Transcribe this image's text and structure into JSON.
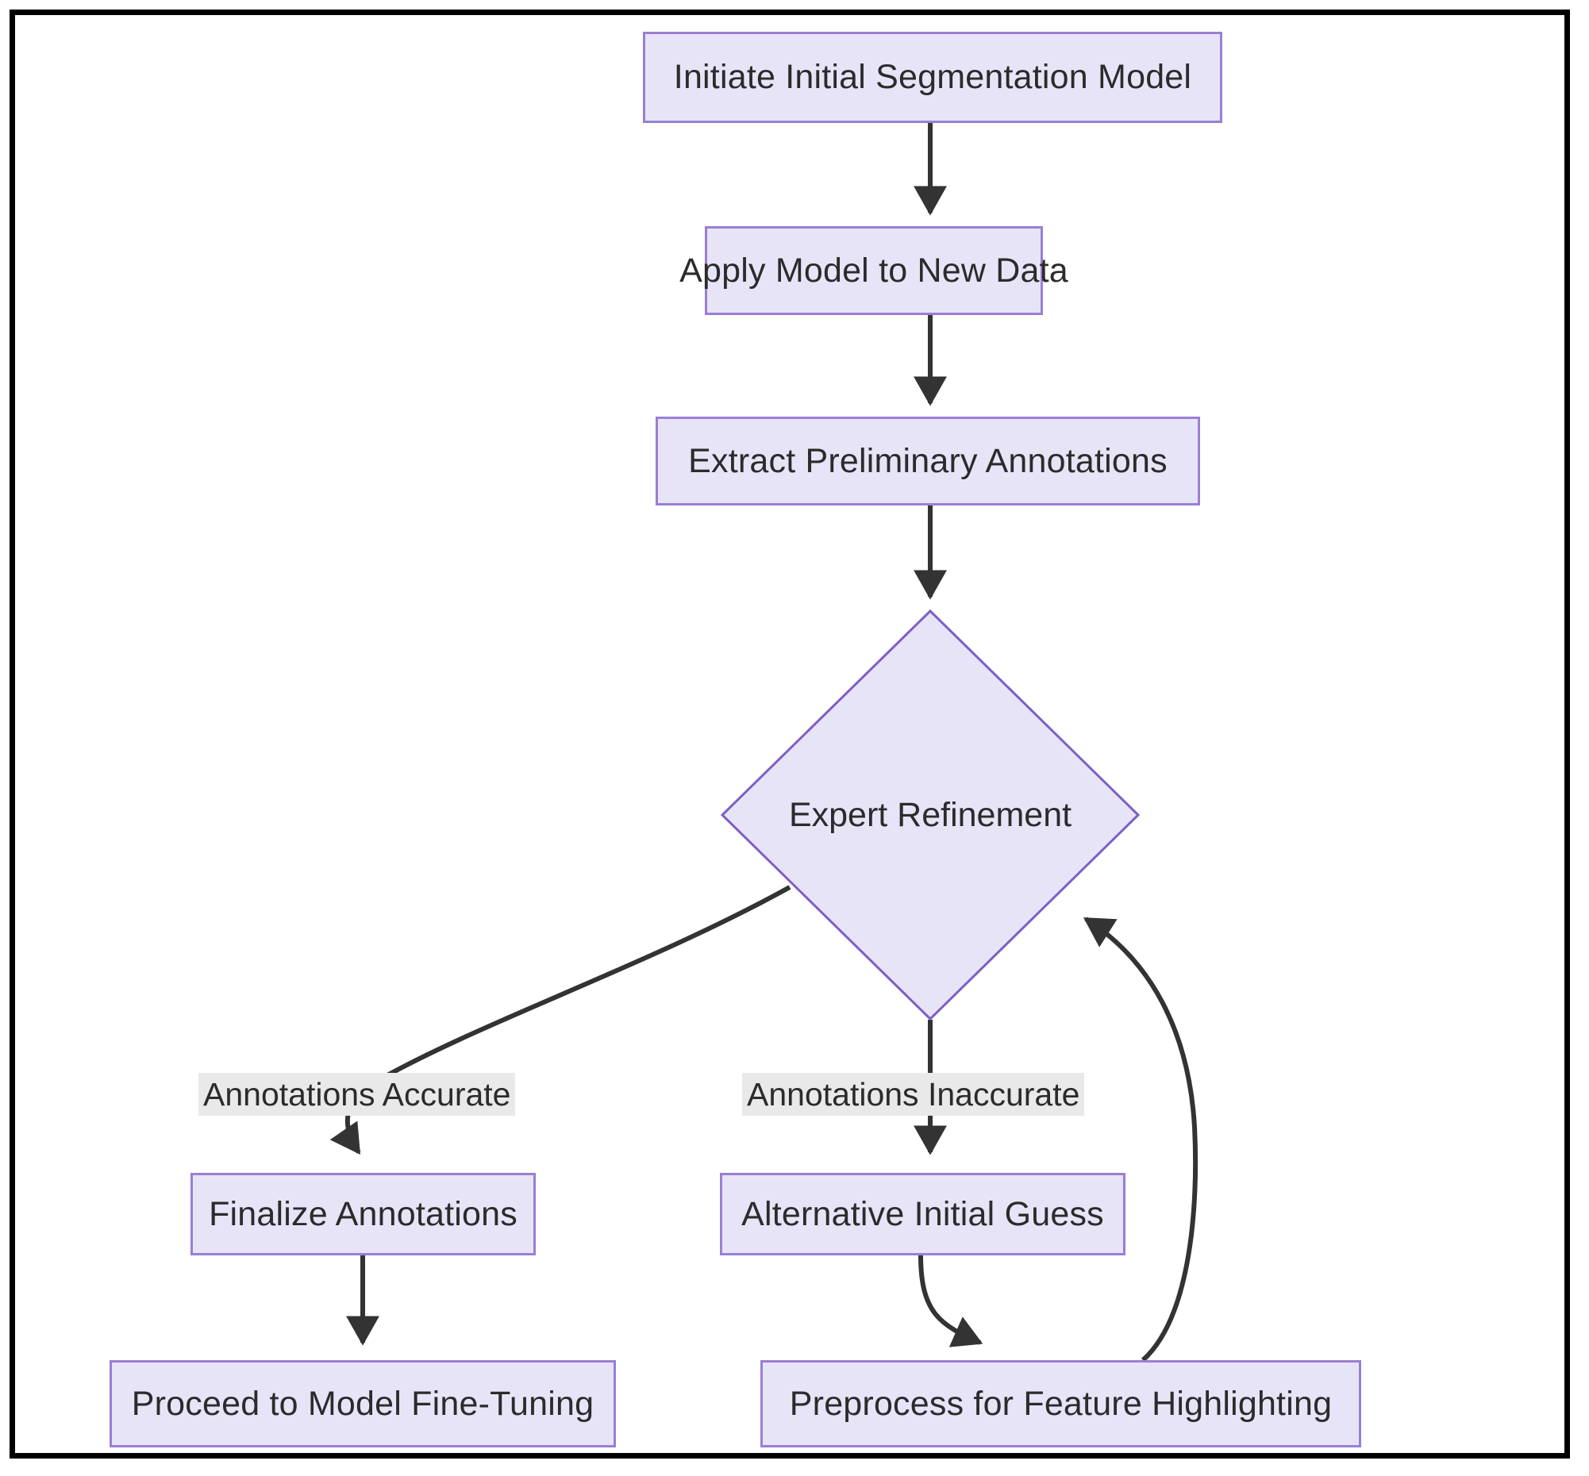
{
  "diagram": {
    "type": "flowchart",
    "direction": "top-down",
    "frame": {
      "border_color": "#000000"
    },
    "theme": {
      "node_fill": "#e8e4f8",
      "node_border": "#9a7fd4",
      "node_text": "#2b2b2b",
      "edge_color": "#333333",
      "edge_label_bg": "#e9e9e9",
      "background": "#ffffff"
    },
    "nodes": [
      {
        "id": "n1",
        "label": "Initiate Initial Segmentation Model",
        "shape": "rect"
      },
      {
        "id": "n2",
        "label": "Apply Model to New Data",
        "shape": "rect"
      },
      {
        "id": "n3",
        "label": "Extract Preliminary Annotations",
        "shape": "rect"
      },
      {
        "id": "n4",
        "label": "Expert Refinement",
        "shape": "diamond"
      },
      {
        "id": "n5",
        "label": "Finalize Annotations",
        "shape": "rect"
      },
      {
        "id": "n6",
        "label": "Alternative Initial Guess",
        "shape": "rect"
      },
      {
        "id": "n7",
        "label": "Proceed to Model Fine-Tuning",
        "shape": "rect"
      },
      {
        "id": "n8",
        "label": "Preprocess for Feature Highlighting",
        "shape": "rect"
      }
    ],
    "edges": [
      {
        "from": "n1",
        "to": "n2",
        "label": ""
      },
      {
        "from": "n2",
        "to": "n3",
        "label": ""
      },
      {
        "from": "n3",
        "to": "n4",
        "label": ""
      },
      {
        "from": "n4",
        "to": "n5",
        "label": "Annotations Accurate"
      },
      {
        "from": "n4",
        "to": "n6",
        "label": "Annotations Inaccurate"
      },
      {
        "from": "n5",
        "to": "n7",
        "label": ""
      },
      {
        "from": "n6",
        "to": "n8",
        "label": ""
      },
      {
        "from": "n8",
        "to": "n4",
        "label": ""
      }
    ],
    "edge_labels": [
      {
        "id": "l1",
        "text": "Annotations Accurate"
      },
      {
        "id": "l2",
        "text": "Annotations Inaccurate"
      }
    ]
  }
}
